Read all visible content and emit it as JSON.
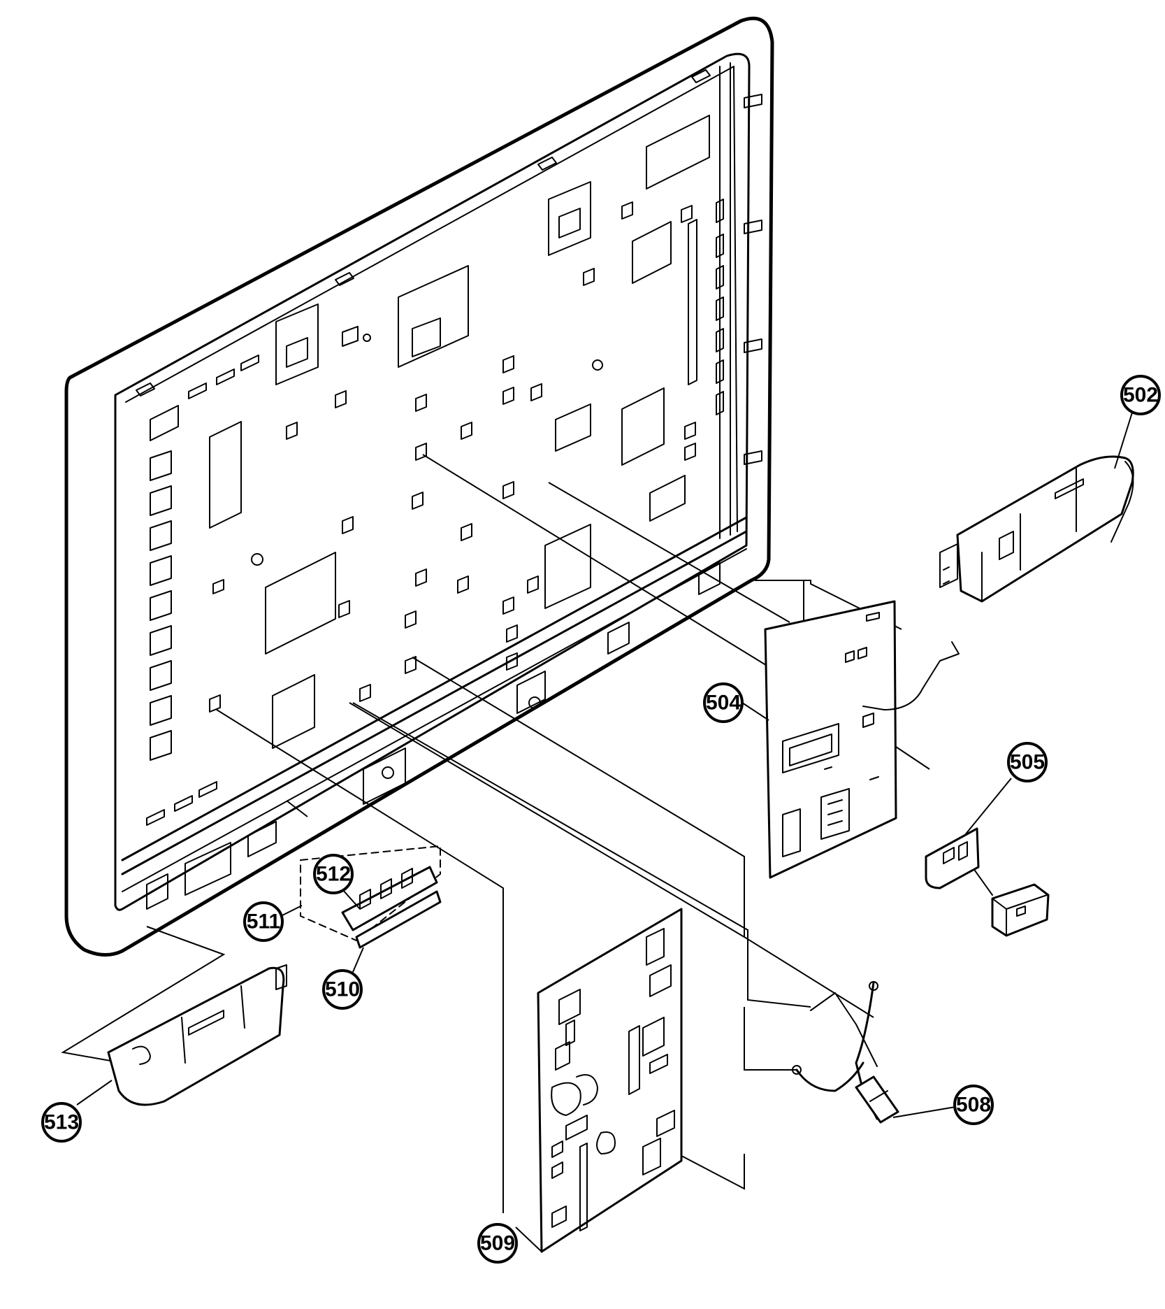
{
  "callouts": [
    {
      "id": "502",
      "label": "502"
    },
    {
      "id": "504",
      "label": "504"
    },
    {
      "id": "505",
      "label": "505"
    },
    {
      "id": "508",
      "label": "508"
    },
    {
      "id": "509",
      "label": "509"
    },
    {
      "id": "510",
      "label": "510"
    },
    {
      "id": "511",
      "label": "511"
    },
    {
      "id": "512",
      "label": "512"
    },
    {
      "id": "513",
      "label": "513"
    }
  ],
  "colors": {
    "ink": "#000000",
    "paper": "#ffffff"
  }
}
